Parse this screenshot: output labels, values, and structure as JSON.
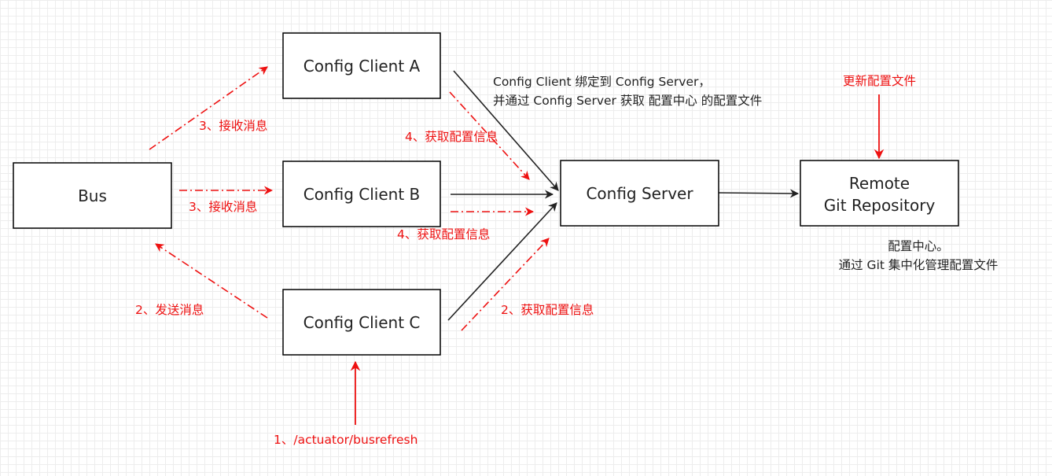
{
  "colors": {
    "black": "#222222",
    "red": "#ee1111",
    "grid": "#ededed"
  },
  "nodes": {
    "bus": "Bus",
    "client_a": "Config Client A",
    "client_b": "Config Client B",
    "client_c": "Config Client C",
    "server": "Config Server",
    "repo_line1": "Remote",
    "repo_line2": "Git Repository"
  },
  "notes": {
    "binding_line1": "Config Client 绑定到 Config Server，",
    "binding_line2": "并通过 Config Server 获取 配置中心 的配置文件",
    "update_config": "更新配置文件",
    "repo_desc_line1": "配置中心。",
    "repo_desc_line2": "通过 Git 集中化管理配置文件"
  },
  "edge_labels": {
    "receive_a": "3、接收消息",
    "receive_b": "3、接收消息",
    "send": "2、发送消息",
    "fetch_a": "4、获取配置信息",
    "fetch_b": "4、获取配置信息",
    "fetch_c": "2、获取配置信息",
    "refresh": "1、/actuator/busrefresh"
  }
}
